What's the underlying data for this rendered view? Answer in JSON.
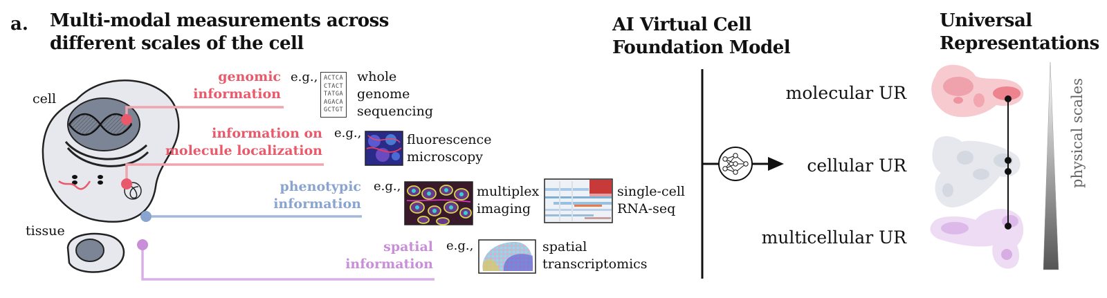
{
  "panel_letter": "a.",
  "titles": {
    "measurements": [
      "Multi-modal measurements across",
      "different scales of the cell"
    ],
    "model": [
      "AI Virtual Cell",
      "Foundation Model"
    ],
    "representations": [
      "Universal",
      "Representations"
    ]
  },
  "cell_labels": {
    "cell": "cell",
    "tissue": "tissue"
  },
  "modalities": [
    {
      "info": [
        "genomic",
        "information"
      ],
      "color": "#e85a6b",
      "eg": "e.g.,",
      "examples": [
        [
          "whole",
          "genome",
          "sequencing"
        ]
      ]
    },
    {
      "info": [
        "information on",
        "molecule localization"
      ],
      "color": "#e85a6b",
      "eg": "e.g.,",
      "examples": [
        [
          "fluorescence",
          "microscopy"
        ]
      ]
    },
    {
      "info": [
        "phenotypic",
        "information"
      ],
      "color": "#8aa4d0",
      "eg": "e.g.,",
      "examples": [
        [
          "multiplex",
          "imaging"
        ],
        [
          "single-cell",
          "RNA-seq"
        ]
      ]
    },
    {
      "info": [
        "spatial",
        "information"
      ],
      "color": "#c88fd8",
      "eg": "e.g.,",
      "examples": [
        [
          "spatial",
          "transcriptomics"
        ]
      ]
    }
  ],
  "dna_sequence": [
    "ACTCA",
    "CTACT",
    "TATGA",
    "AGACA",
    "GCTGT"
  ],
  "universal_representations": [
    "molecular UR",
    "cellular UR",
    "multicellular UR"
  ],
  "scale_axis_label": "physical scales",
  "colors": {
    "red": "#e85a6b",
    "blue": "#8aa4d0",
    "purple": "#c88fd8",
    "cell_fill": "#e6e8ee",
    "nucleus": "#7c8596"
  }
}
